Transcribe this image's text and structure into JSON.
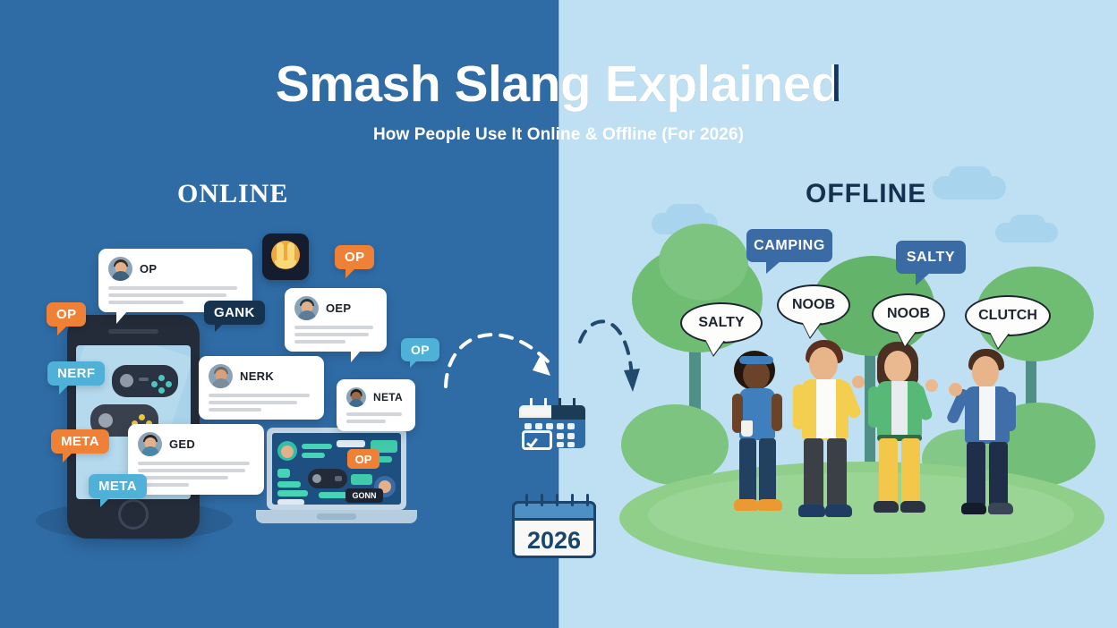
{
  "colors": {
    "left_bg": "#2f6ca6",
    "right_bg": "#bfe0f2",
    "title_light": "#ffffff",
    "title_dark": "#14365c",
    "pill_orange": "#ef8137",
    "pill_lightblue": "#4fb0d8",
    "pill_navy": "#17324f",
    "bubble_blue": "#3a6ba5",
    "grass_green": "#8fcf8a",
    "tree_green": "#63b46a"
  },
  "header": {
    "title_full": "Smash Slang Explained",
    "subtitle": "How People Use It Online & Offline (For 2026)"
  },
  "sections": {
    "online_label": "ONLINE",
    "offline_label": "OFFLINE"
  },
  "online": {
    "chat_cards": [
      {
        "name": "OP",
        "lines": 3
      },
      {
        "name": "OEP",
        "lines": 3
      },
      {
        "name": "NERK",
        "lines": 3
      },
      {
        "name": "NETA",
        "lines": 2
      },
      {
        "name": "GED",
        "lines": 4
      }
    ],
    "pills": [
      {
        "label": "OP",
        "color": "orange"
      },
      {
        "label": "GANK",
        "color": "navy"
      },
      {
        "label": "OP",
        "color": "orange"
      },
      {
        "label": "OP",
        "color": "lightblue"
      },
      {
        "label": "NERF",
        "color": "lightblue"
      },
      {
        "label": "META",
        "color": "orange"
      },
      {
        "label": "META",
        "color": "lightblue"
      }
    ],
    "laptop": {
      "pill_label": "OP",
      "tag_label": "GONN"
    }
  },
  "offline": {
    "bubbles": [
      {
        "label": "CAMPING",
        "style": "rect"
      },
      {
        "label": "SALTY",
        "style": "rect"
      },
      {
        "label": "SALTY",
        "style": "oval"
      },
      {
        "label": "NOOB",
        "style": "oval"
      },
      {
        "label": "NOOB",
        "style": "oval"
      },
      {
        "label": "CLUTCH",
        "style": "oval"
      }
    ],
    "people": [
      {
        "id": "person-1",
        "top": "blue",
        "bottom": "navy",
        "holding": "coffee-cup"
      },
      {
        "id": "person-2",
        "top": "yellow",
        "bottom": "dark"
      },
      {
        "id": "person-3",
        "top": "green",
        "bottom": "yellow"
      },
      {
        "id": "person-4",
        "top": "blue",
        "bottom": "navy"
      }
    ]
  },
  "center": {
    "calendar_year": "2026"
  }
}
